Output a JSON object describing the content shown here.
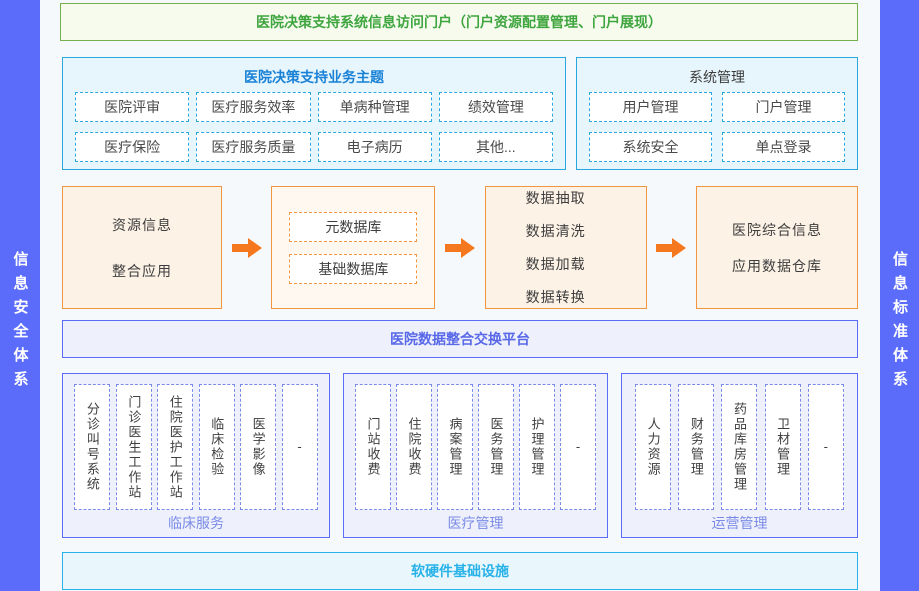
{
  "top_banner": {
    "label": "医院决策支持系统信息访问门户（门户资源配置管理、门户展现）"
  },
  "left_sidebar": {
    "label": "信息安全体系"
  },
  "right_sidebar": {
    "label": "信息标准体系"
  },
  "business_section": {
    "title": "医院决策支持业务主题",
    "items": [
      "医院评审",
      "医疗服务效率",
      "单病种管理",
      "绩效管理",
      "医疗保险",
      "医疗服务质量",
      "电子病历",
      "其他..."
    ]
  },
  "system_section": {
    "title": "系统管理",
    "items": [
      "用户管理",
      "门户管理",
      "系统安全",
      "单点登录"
    ]
  },
  "flow": {
    "source": {
      "lines": [
        "资源信息",
        "整合应用"
      ]
    },
    "databases": {
      "items": [
        "元数据库",
        "基础数据库"
      ]
    },
    "etl": {
      "lines": [
        "数据抽取",
        "数据清洗",
        "数据加载",
        "数据转换"
      ]
    },
    "warehouse": {
      "lines": [
        "医院综合信息",
        "应用数据仓库"
      ]
    }
  },
  "platform_bar": {
    "label": "医院数据整合交换平台"
  },
  "service_groups": [
    {
      "title": "临床服务",
      "columns": [
        "分诊叫号系统",
        "门诊医生工作站",
        "住院医护工作站",
        "临床检验",
        "医学影像",
        "-"
      ]
    },
    {
      "title": "医疗管理",
      "columns": [
        "门站收费",
        "住院收费",
        "病案管理",
        "医务管理",
        "护理管理",
        "-"
      ]
    },
    {
      "title": "运营管理",
      "columns": [
        "人力资源",
        "财务管理",
        "药品库房管理",
        "卫材管理",
        "-"
      ]
    }
  ],
  "infra_bar": {
    "label": "软硬件基础设施"
  },
  "colors": {
    "sidebar_blue": "#5b6cfa",
    "banner_green_border": "#74b04c",
    "banner_green_text": "#3fa53f",
    "panel_blue_border": "#2aa7df",
    "panel_blue_title": "#1a82d6",
    "flow_orange_border": "#f09540",
    "flow_arrow_orange": "#f5781f",
    "platform_purple": "#5868e8",
    "group_label_purple": "#7b8ae8",
    "infra_cyan": "#29b2e8"
  }
}
